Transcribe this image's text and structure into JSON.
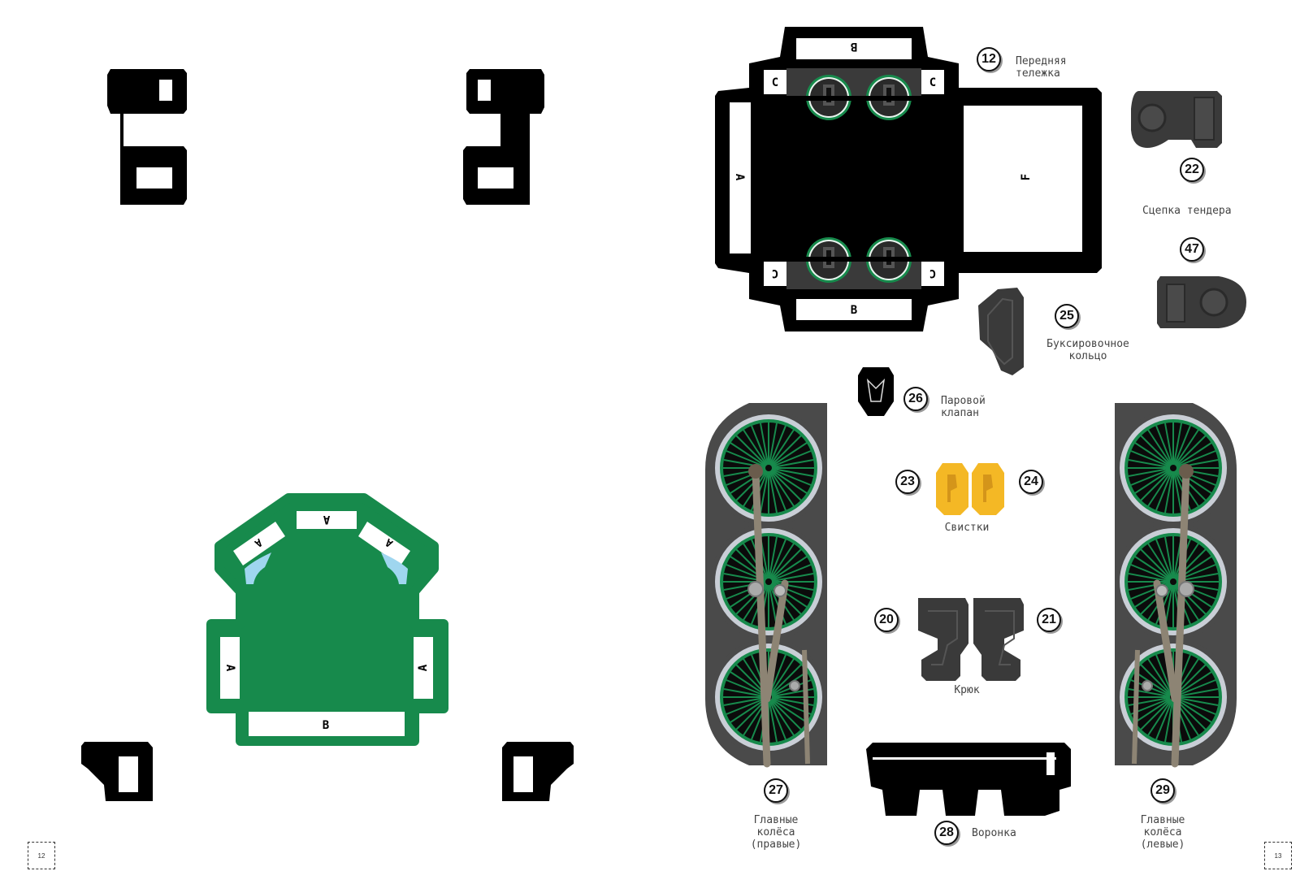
{
  "page_numbers": {
    "left": "12",
    "right": "13"
  },
  "tab_letters": {
    "a": "A",
    "b": "B",
    "c": "C",
    "f": "F"
  },
  "parts": [
    {
      "id": "p12",
      "number": "12",
      "caption": "Передняя\nтележка"
    },
    {
      "id": "p22",
      "number": "22",
      "caption": ""
    },
    {
      "id": "p47",
      "number": "47",
      "caption": ""
    },
    {
      "id": "p25",
      "number": "25",
      "caption": "Буксировочное\nкольцо"
    },
    {
      "id": "p26",
      "number": "26",
      "caption": "Паровой\nклапан"
    },
    {
      "id": "p23",
      "number": "23",
      "caption": ""
    },
    {
      "id": "p24",
      "number": "24",
      "caption": ""
    },
    {
      "id": "p20",
      "number": "20",
      "caption": ""
    },
    {
      "id": "p21",
      "number": "21",
      "caption": ""
    },
    {
      "id": "p27",
      "number": "27",
      "caption": "Главные\nколёса\n(правые)"
    },
    {
      "id": "p28",
      "number": "28",
      "caption": "Воронка"
    },
    {
      "id": "p29",
      "number": "29",
      "caption": "Главные\nколёса\n(левые)"
    }
  ],
  "captions": {
    "tender_coupling": "Сцепка тендера",
    "whistles": "Свистки",
    "hook": "Крюк"
  },
  "colors": {
    "green": "#178a4c",
    "black": "#000000",
    "dark_grey": "#3a3a3a",
    "yellow": "#f4b825",
    "light_blue": "#9fd6ef",
    "rod": "#8d8474"
  }
}
